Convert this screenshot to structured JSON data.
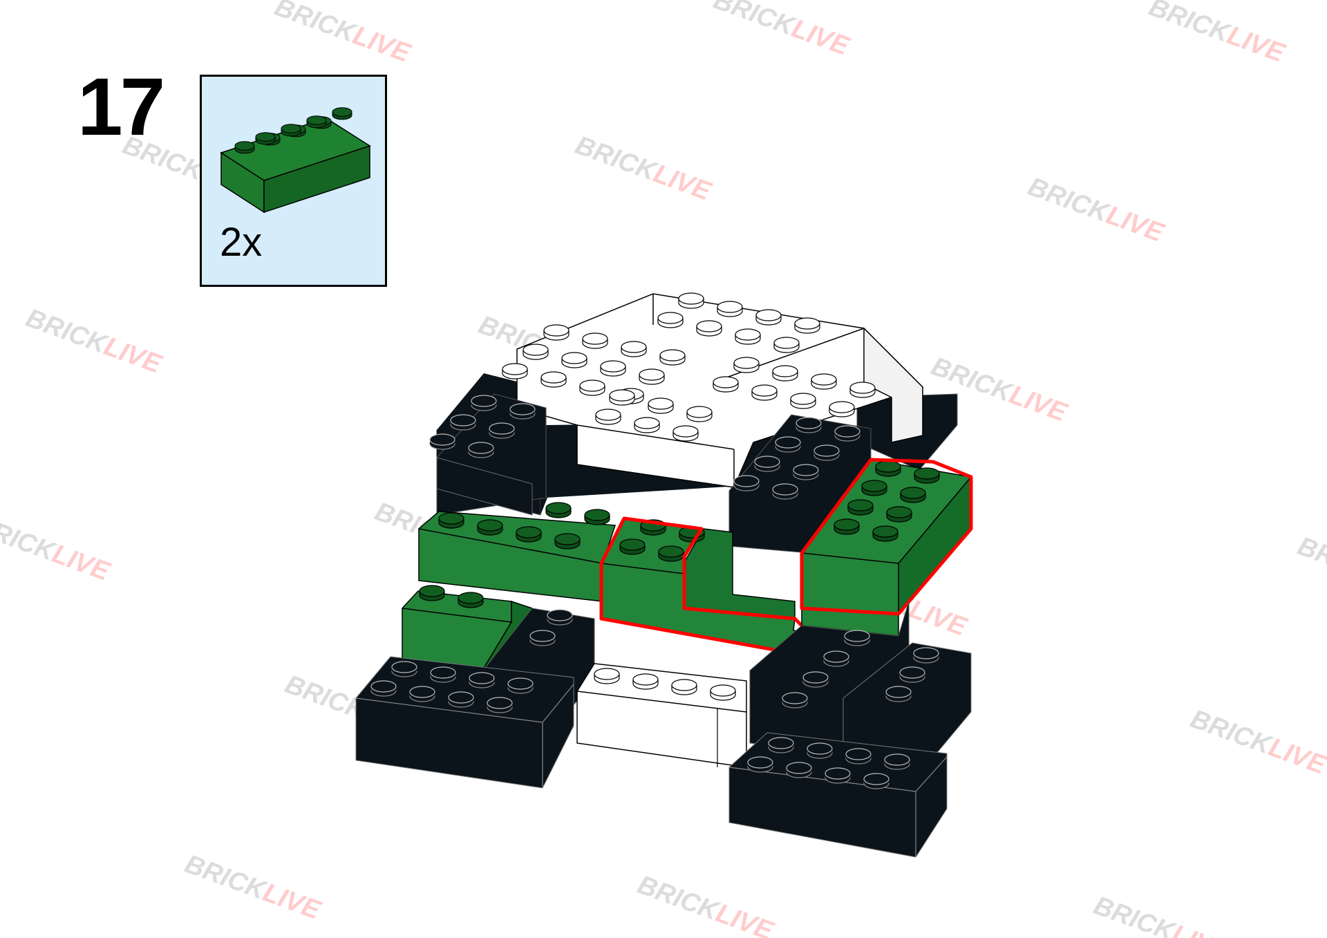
{
  "step": {
    "number": "17"
  },
  "parts_list": [
    {
      "quantity": "2x",
      "part_icon": "green-brick-2x4-icon",
      "color": "#1e7a2c"
    }
  ],
  "watermark": {
    "word1": "BRICK",
    "word2": "LIVE"
  },
  "colors": {
    "panel_bg": "#d5ecfb",
    "green_brick": "#23853a",
    "black_brick": "#0b141a",
    "white_brick": "#ffffff",
    "highlight": "#ff0000",
    "watermark_gray": "#dcdcdc",
    "watermark_red": "#ffcccc"
  }
}
